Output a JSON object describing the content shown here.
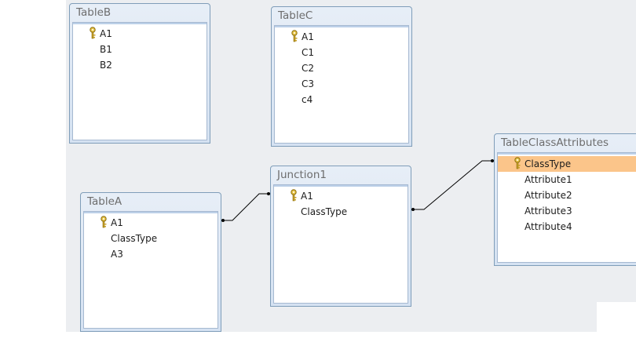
{
  "tables": {
    "table_b": {
      "title": "TableB",
      "fields": [
        {
          "name": "A1",
          "key": true
        },
        {
          "name": "B1",
          "key": false
        },
        {
          "name": "B2",
          "key": false
        }
      ]
    },
    "table_c": {
      "title": "TableC",
      "fields": [
        {
          "name": "A1",
          "key": true
        },
        {
          "name": "C1",
          "key": false
        },
        {
          "name": "C2",
          "key": false
        },
        {
          "name": "C3",
          "key": false
        },
        {
          "name": "c4",
          "key": false
        }
      ]
    },
    "table_a": {
      "title": "TableA",
      "fields": [
        {
          "name": "A1",
          "key": true
        },
        {
          "name": "ClassType",
          "key": false
        },
        {
          "name": "A3",
          "key": false
        }
      ]
    },
    "junction1": {
      "title": "Junction1",
      "fields": [
        {
          "name": "A1",
          "key": true
        },
        {
          "name": "ClassType",
          "key": false
        }
      ]
    },
    "table_class_attributes": {
      "title": "TableClassAttributes",
      "fields": [
        {
          "name": "ClassType",
          "key": true,
          "selected": true
        },
        {
          "name": "Attribute1",
          "key": false
        },
        {
          "name": "Attribute2",
          "key": false
        },
        {
          "name": "Attribute3",
          "key": false
        },
        {
          "name": "Attribute4",
          "key": false
        }
      ]
    }
  },
  "relationships": [
    {
      "from": "TableA.A1",
      "to": "Junction1.A1"
    },
    {
      "from": "Junction1.ClassType",
      "to": "TableClassAttributes.ClassType"
    }
  ],
  "colors": {
    "canvas": "#eceef1",
    "header": "#d5e2f2",
    "border": "#7f9db9",
    "selection": "#fbc58a",
    "key": "#c9a227"
  },
  "icons": {
    "primary_key": "key-icon"
  }
}
